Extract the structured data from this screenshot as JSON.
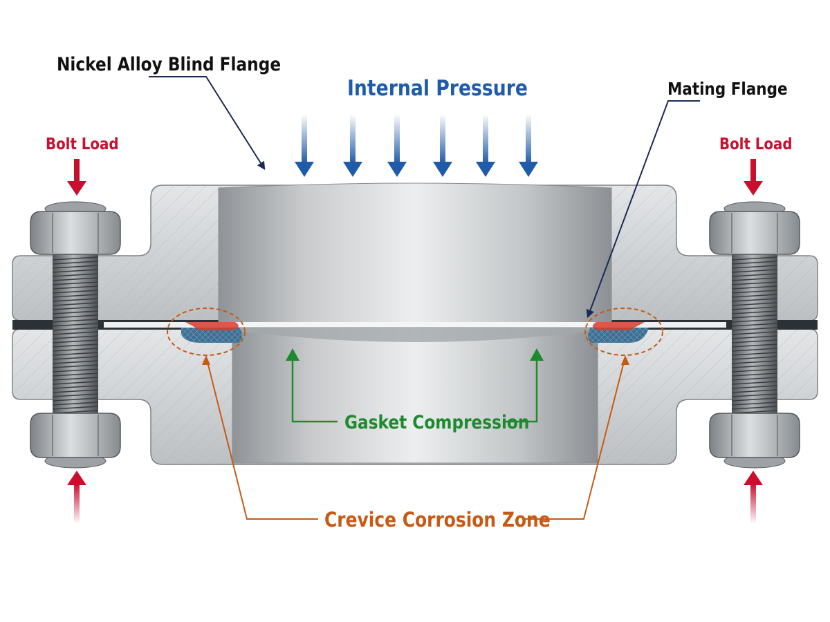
{
  "labels": {
    "blind_flange": "Nickel Alloy Blind Flange",
    "internal_pressure": "Internal Pressure",
    "mating_flange": "Mating Flange",
    "bolt_load_left": "Bolt Load",
    "bolt_load_right": "Bolt Load",
    "gasket_compression": "Gasket Compression",
    "crevice_corrosion_zone": "Crevice Corrosion Zone"
  },
  "colors": {
    "pressure": "#1f5ba8",
    "bolt_load": "#c8102e",
    "gasket": "#1e8a2e",
    "crevice": "#c65a14",
    "leader": "#1a2a55",
    "steel_light": "#d4d6d8",
    "steel_dark": "#8e9296",
    "gasket_fill": "#3d6f92"
  },
  "icons": {
    "pressure_arrows": "arrow-down-icon",
    "bolt_load_arrows": "arrow-vertical-icon",
    "gasket_arrows": "arrow-up-icon",
    "bolts": "hex-bolt-icon"
  }
}
